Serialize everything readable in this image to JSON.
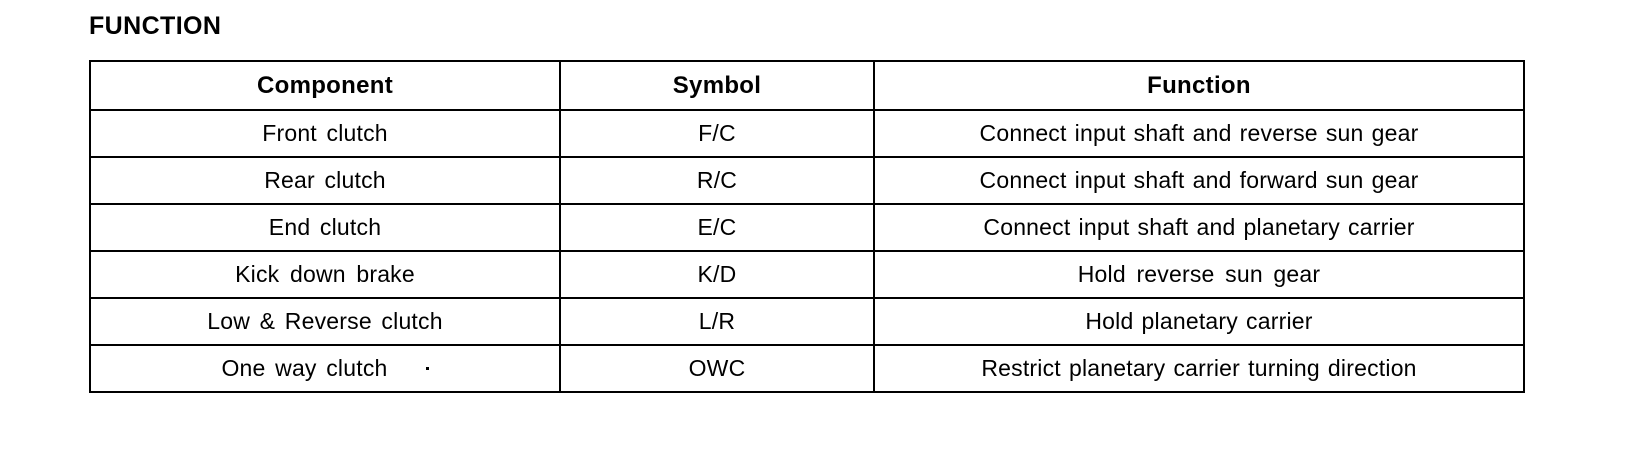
{
  "page": {
    "section_title": "FUNCTION",
    "background_color": "#ffffff",
    "text_color": "#000000",
    "border_color": "#000000"
  },
  "table": {
    "headers": {
      "component": "Component",
      "symbol": "Symbol",
      "function": "Function"
    },
    "rows": [
      {
        "component": "Front clutch",
        "symbol": "F/C",
        "function": "Connect input shaft and reverse sun gear"
      },
      {
        "component": "Rear clutch",
        "symbol": "R/C",
        "function": "Connect input shaft and forward sun gear"
      },
      {
        "component": "End clutch",
        "symbol": "E/C",
        "function": "Connect input shaft and planetary carrier"
      },
      {
        "component": "Kick down brake",
        "symbol": "K/D",
        "function": "Hold reverse sun gear"
      },
      {
        "component": "Low & Reverse clutch",
        "symbol": "L/R",
        "function": "Hold planetary carrier"
      },
      {
        "component": "One way clutch",
        "symbol": "OWC",
        "function": "Restrict planetary carrier turning direction"
      }
    ]
  }
}
